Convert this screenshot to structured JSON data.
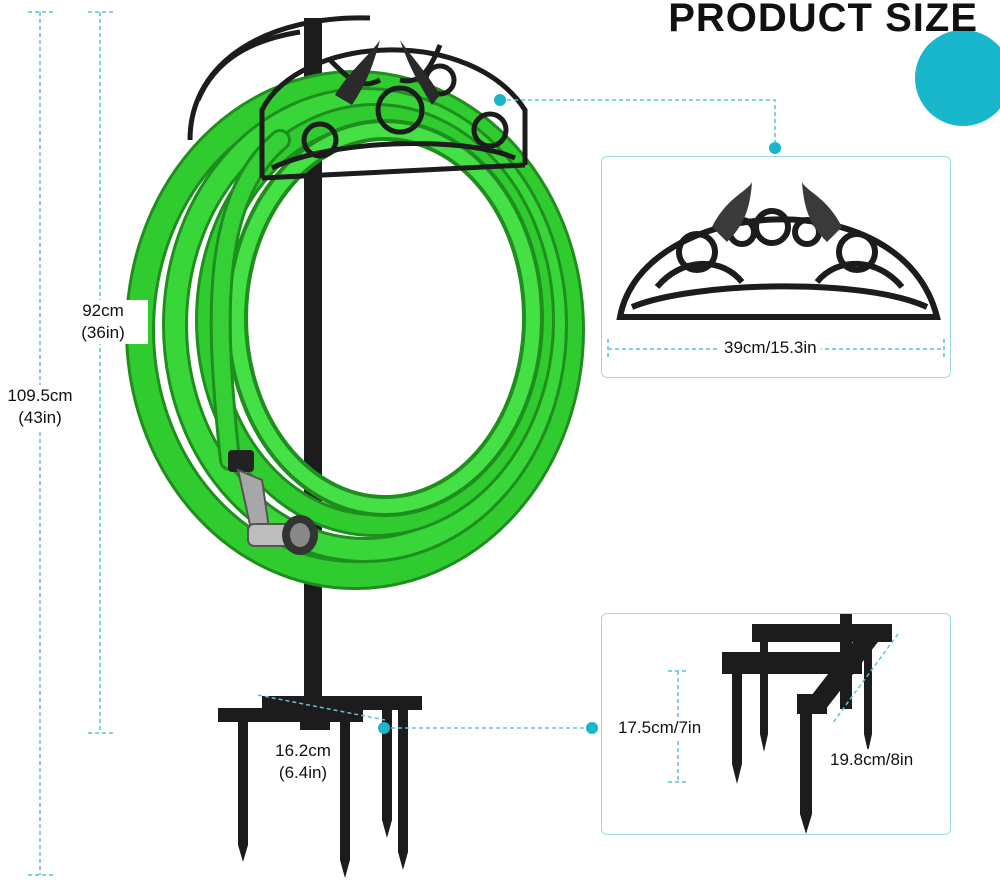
{
  "title": "PRODUCT SIZE",
  "dimensions": {
    "total_height": {
      "metric": "109.5cm",
      "imperial": "(43in)"
    },
    "upper_height": {
      "metric": "92cm",
      "imperial": "(36in)"
    },
    "base_width": {
      "metric": "16.2cm",
      "imperial": "(6.4in)"
    },
    "holder_width": "39cm/15.3in",
    "stake_length": "17.5cm/7in",
    "base_depth": "19.8cm/8in"
  },
  "colors": {
    "accent": "#19b7cc",
    "hose": "#2fcb2f",
    "metal": "#1c1c1c",
    "dimension_line": "#5fc2d3"
  }
}
